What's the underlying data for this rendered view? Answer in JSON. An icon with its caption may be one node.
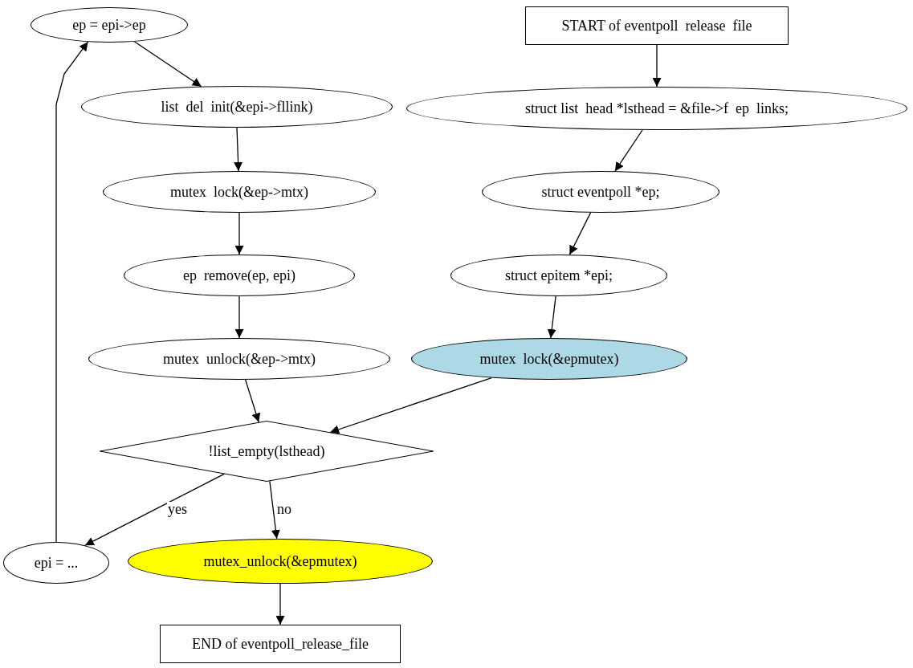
{
  "diagram": {
    "nodes": [
      {
        "text": [
          "ep = epi->ep"
        ]
      },
      {
        "text": [
          "list  del  init(&epi->fllink)"
        ]
      },
      {
        "text": [
          "mutex  lock(&ep->mtx)"
        ]
      },
      {
        "text": [
          "ep  remove(ep, epi)"
        ]
      },
      {
        "text": [
          "mutex  unlock(&ep->mtx)"
        ]
      },
      {
        "text": [
          "START of eventpoll  release  file"
        ]
      },
      {
        "text": [
          "struct list  head *lsthead = &file->f  ep  links;"
        ]
      },
      {
        "text": [
          "struct eventpoll *ep;"
        ]
      },
      {
        "text": [
          "struct epitem *epi;"
        ]
      },
      {
        "text": [
          "mutex  lock(&epmutex)"
        ]
      },
      {
        "text": [
          "!list_empty(lsthead)"
        ]
      },
      {
        "text": [
          "epi = ..."
        ]
      },
      {
        "text": [
          "mutex_unlock(&epmutex)"
        ]
      },
      {
        "text": [
          "END of eventpoll_release_file"
        ]
      }
    ],
    "edges": [
      {
        "from": 5,
        "to": 6,
        "arrow": "to"
      },
      {
        "from": 6,
        "to": 7,
        "arrow": "to"
      },
      {
        "from": 7,
        "to": 8,
        "arrow": "to"
      },
      {
        "from": 8,
        "to": 9,
        "arrow": "to"
      },
      {
        "from": 9,
        "to": 10,
        "arrow": "to"
      },
      {
        "from": 10,
        "to": 11,
        "arrow": "to",
        "label": "yes"
      },
      {
        "from": 10,
        "to": 12,
        "arrow": "to",
        "label": "no"
      },
      {
        "from": 12,
        "to": 13,
        "arrow": "to"
      },
      {
        "from": 11,
        "to": 0,
        "arrow": "to"
      },
      {
        "from": 0,
        "to": 1,
        "arrow": "to"
      },
      {
        "from": 1,
        "to": 2,
        "arrow": "to"
      },
      {
        "from": 2,
        "to": 3,
        "arrow": "to"
      },
      {
        "from": 3,
        "to": 4,
        "arrow": "to"
      },
      {
        "from": 4,
        "to": 10,
        "arrow": "to"
      }
    ]
  }
}
